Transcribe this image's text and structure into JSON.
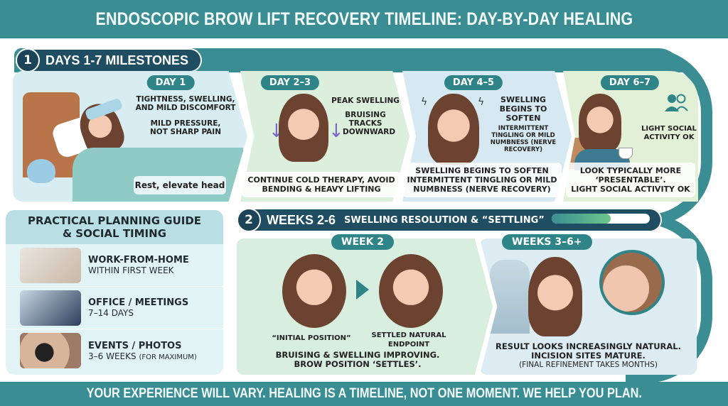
{
  "header": {
    "title": "ENDOSCOPIC BROW LIFT RECOVERY TIMELINE: DAY-BY-DAY HEALING"
  },
  "colors": {
    "teal": "#3a8e93",
    "navy": "#1f4e62",
    "green_progress": "#6cc78a"
  },
  "section1": {
    "number": "1",
    "label": "DAYS 1-7 MILESTONES",
    "days": [
      {
        "badge": "DAY 1",
        "notes": [
          "TIGHTNESS, SWELLING, AND MILD DISCOMFORT",
          "MILD PRESSURE, NOT SHARP PAIN"
        ],
        "caption": "Rest, elevate head",
        "icons": [
          "bed-illustration",
          "ice-pack-icon",
          "cold-compress-icon"
        ]
      },
      {
        "badge": "DAY 2–3",
        "notes": [
          "PEAK SWELLING",
          "BRUISING TRACKS DOWNWARD"
        ],
        "caption": "CONTINUE COLD THERAPY, AVOID BENDING & HEAVY LIFTING",
        "icons": [
          "down-arrow-icon"
        ]
      },
      {
        "badge": "DAY 4–5",
        "notes": [
          "SWELLING BEGINS TO SOFTEN",
          "INTERMITTENT TINGLING OR MILD NUMBNESS (NERVE RECOVERY)"
        ],
        "caption": "SWELLING BEGINS TO SOFTEN INTERMITTENT TINGLING OR MILD NUMBNESS (NERVE RECOVERY)",
        "icons": [
          "tingle-icon"
        ]
      },
      {
        "badge": "DAY 6–7",
        "notes": [
          "LIGHT SOCIAL ACTIVITY OK"
        ],
        "caption_lines": [
          "LOOK TYPICALLY MORE",
          "‘PRESENTABLE’.",
          "LIGHT SOCIAL ACTIVITY OK"
        ],
        "icons": [
          "people-icon",
          "coffee-cup-icon"
        ]
      }
    ]
  },
  "section2": {
    "number": "2",
    "label": "WEEKS 2-6",
    "sublabel": "SWELLING RESOLUTION & “SETTLING”",
    "progress_percent": 60,
    "week2": {
      "badge": "WEEK 2",
      "before_label": "“INITIAL POSITION”",
      "after_label": "SETTLED NATURAL ENDPOINT",
      "caption_lines": [
        "BRUISING & SWELLING IMPROVING.",
        "BROW POSITION ‘SETTLES’."
      ]
    },
    "weeks3": {
      "badge": "WEEKS 3–6+",
      "caption_lines": [
        "RESULT LOOKS INCREASINGLY NATURAL.",
        "INCISION SITES MATURE.",
        "(FINAL REFINEMENT TAKES MONTHS)"
      ]
    }
  },
  "planning": {
    "title_lines": [
      "PRACTICAL PLANNING GUIDE",
      "& SOCIAL TIMING"
    ],
    "items": [
      {
        "title": "WORK-FROM-HOME",
        "detail": "WITHIN FIRST WEEK",
        "note": ""
      },
      {
        "title": "OFFICE / MEETINGS",
        "detail": "7–14 DAYS",
        "note": ""
      },
      {
        "title": "EVENTS / PHOTOS",
        "detail": "3–6 WEEKS",
        "note": "(FOR MAXIMUM)"
      }
    ]
  },
  "footer": {
    "text": "YOUR EXPERIENCE WILL VARY. HEALING IS A TIMELINE, NOT ONE MOMENT. WE HELP YOU PLAN."
  }
}
